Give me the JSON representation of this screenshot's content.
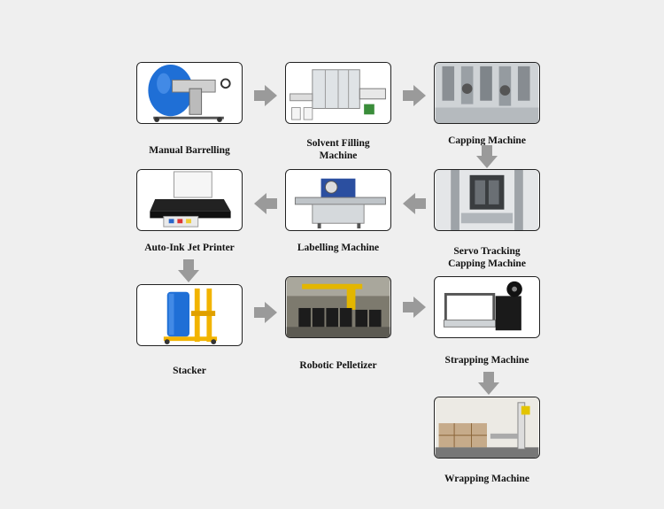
{
  "steps": {
    "manual_barrelling": "Manual Barrelling",
    "solvent_filling": "Solvent Filling\nMachine",
    "capping": "Capping Machine",
    "servo_tracking": "Servo Tracking\nCapping Machine",
    "labelling": "Labelling Machine",
    "inkjet": "Auto-Ink Jet Printer",
    "stacker": "Stacker",
    "robotic_pelletizer": "Robotic Pelletizer",
    "strapping": "Strapping Machine",
    "wrapping": "Wrapping  Machine"
  },
  "colors": {
    "arrow": "#9a9a9a",
    "background": "#efefef",
    "barrel_blue": "#1f6fd6",
    "stacker_yellow": "#f2b400"
  }
}
